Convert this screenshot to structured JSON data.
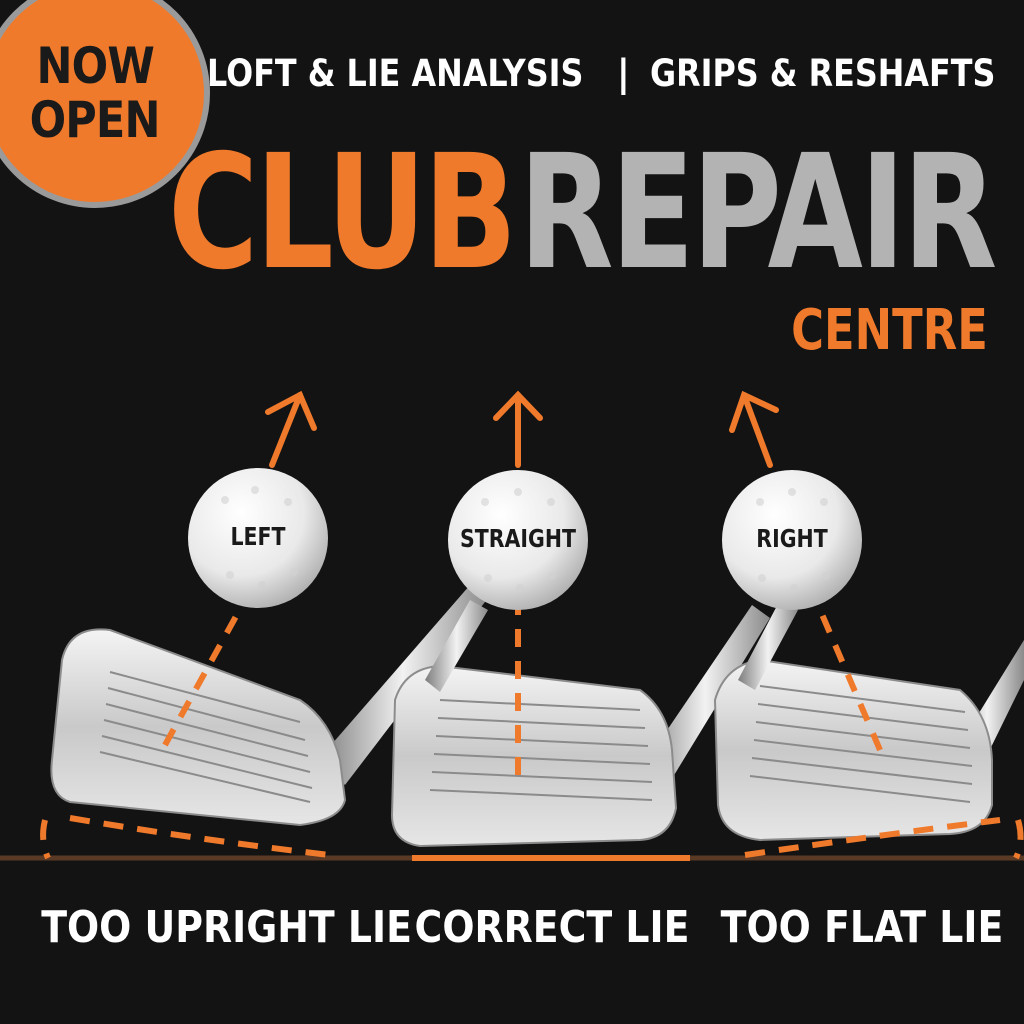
{
  "badge": {
    "line1": "NOW",
    "line2": "OPEN"
  },
  "header": {
    "service_1": "LOFT & LIE ANALYSIS",
    "separator": "|",
    "service_2": "GRIPS & RESHAFTS"
  },
  "title": {
    "part1": "CLUB",
    "part2": "REPAIR",
    "subtitle": "CENTRE"
  },
  "balls": [
    {
      "label": "LEFT"
    },
    {
      "label": "STRAIGHT"
    },
    {
      "label": "RIGHT"
    }
  ],
  "lies": [
    {
      "label": "TOO UPRIGHT LIE"
    },
    {
      "label": "CORRECT LIE"
    },
    {
      "label": "TOO FLAT LIE"
    }
  ],
  "colors": {
    "background": "#141313",
    "accent": "#f07a2b",
    "grey": "#b3b3b3",
    "text": "#ffffff"
  }
}
